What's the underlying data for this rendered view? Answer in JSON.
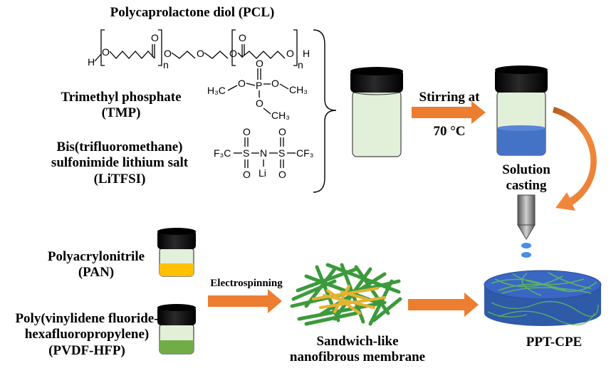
{
  "reagents": {
    "pcl": {
      "label": "Polycaprolactone diol (PCL)"
    },
    "tmp": {
      "line1": "Trimethyl phosphate",
      "line2": "(TMP)"
    },
    "litfsi": {
      "line1": "Bis(trifluoromethane)",
      "line2": "sulfonimide lithium salt",
      "line3": "(LiTFSI)"
    },
    "pan": {
      "line1": "Polyacrylonitrile",
      "line2": "(PAN)"
    },
    "pvdf": {
      "line1": "Poly(vinylidene fluoride-",
      "line2": "hexafluoropropylene)",
      "line3": "(PVDF-HFP)"
    }
  },
  "structure_text": {
    "pcl_h_left": "H",
    "pcl_h_right": "H",
    "pcl_n1": "n",
    "pcl_n2": "n",
    "o": "O",
    "tmp_ch3_left": "H₃C",
    "tmp_ch3_right": "CH₃",
    "tmp_ch3_bottom": "CH₃",
    "tmp_p": "P",
    "litfsi_cf3_left": "F₃C",
    "litfsi_cf3_right": "CF₃",
    "litfsi_s": "S",
    "litfsi_n": "N",
    "litfsi_li": "Li"
  },
  "steps": {
    "stirring": {
      "line1": "Stirring at",
      "line2": "70 °C"
    },
    "casting": {
      "line1": "Solution",
      "line2": "casting"
    },
    "electrospinning": {
      "label": "Electrospinning"
    },
    "membrane": {
      "line1": "Sandwich-like",
      "line2": "nanofibrous membrane"
    },
    "product": {
      "label": "PPT-CPE"
    }
  },
  "colors": {
    "arrow_orange": "#ed7d31",
    "vial_liquid_light": "#e2f0d9",
    "vial_cap": "#111111",
    "solution_blue": "#4472c4",
    "pan_yellow": "#ffc000",
    "pvdf_green": "#70ad47",
    "fiber_green": "#3c9a3c",
    "fiber_yellow": "#e6b230",
    "disk_blue": "#3a66c4"
  }
}
